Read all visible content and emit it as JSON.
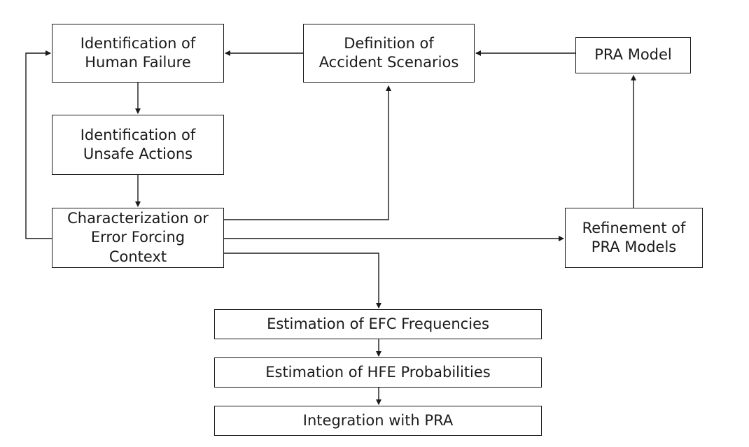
{
  "diagram": {
    "type": "flowchart",
    "nodes": {
      "human_failure": {
        "label": "Identification of\nHuman Failure"
      },
      "accident_scenarios": {
        "label": "Definition of\nAccident Scenarios"
      },
      "pra_model": {
        "label": "PRA Model"
      },
      "unsafe_actions": {
        "label": "Identification of\nUnsafe Actions"
      },
      "efc_context": {
        "label": "Characterization or\nError Forcing\nContext"
      },
      "refinement": {
        "label": "Refinement of\nPRA Models"
      },
      "efc_frequencies": {
        "label": "Estimation of EFC Frequencies"
      },
      "hfe_probabilities": {
        "label": "Estimation of HFE Probabilities"
      },
      "integration": {
        "label": "Integration with PRA"
      }
    },
    "edges": [
      {
        "from": "pra_model",
        "to": "accident_scenarios"
      },
      {
        "from": "accident_scenarios",
        "to": "human_failure"
      },
      {
        "from": "human_failure",
        "to": "unsafe_actions"
      },
      {
        "from": "unsafe_actions",
        "to": "efc_context"
      },
      {
        "from": "efc_context",
        "to": "human_failure"
      },
      {
        "from": "efc_context",
        "to": "accident_scenarios"
      },
      {
        "from": "efc_context",
        "to": "refinement"
      },
      {
        "from": "efc_context",
        "to": "efc_frequencies"
      },
      {
        "from": "refinement",
        "to": "pra_model"
      },
      {
        "from": "efc_frequencies",
        "to": "hfe_probabilities"
      },
      {
        "from": "hfe_probabilities",
        "to": "integration"
      }
    ]
  }
}
